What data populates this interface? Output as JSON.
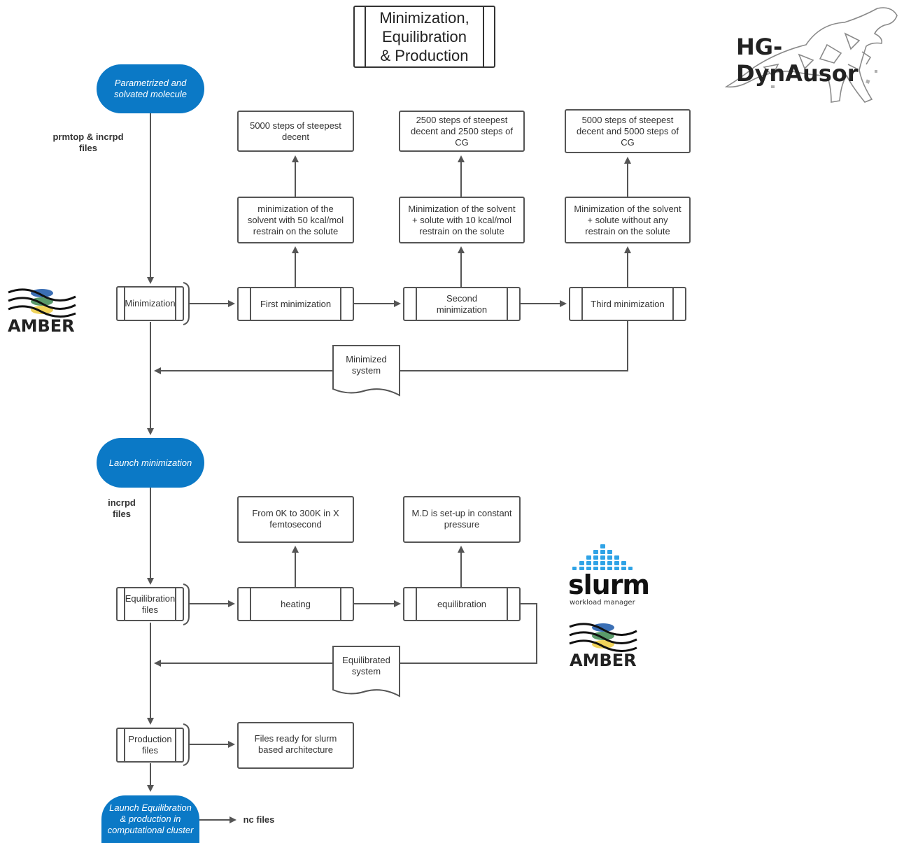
{
  "title": "Minimization,\nEquilibration\n& Production",
  "logo": {
    "brand": "HG-DynAusor"
  },
  "amber_logo": {
    "text": "AMBER"
  },
  "slurm_logo": {
    "word": "slurm",
    "subtitle": "workload manager"
  },
  "terminals": {
    "start": "Parametrized and\nsolvated molecule",
    "launch_min": "Launch minimization",
    "launch_eq": "Launch Equilibration\n& production in\ncomputational cluster"
  },
  "edge_labels": {
    "prmtop": "prmtop & incrpd\nfiles",
    "incrpd": "incrpd\nfiles",
    "nc": "nc files"
  },
  "subprocesses": {
    "minimization": "Minimization",
    "equilibration": "Equilibration\nfiles",
    "production": "Production\nfiles"
  },
  "steps": {
    "first": "First minimization",
    "second": "Second\nminimization",
    "third": "Third minimization",
    "heating": "heating",
    "equilibration": "equilibration"
  },
  "details": {
    "first_restraint": "minimization of the\nsolvent with 50 kcal/mol\nrestrain on the solute",
    "first_steps": "5000 steps of steepest\ndecent",
    "second_restraint": "Minimization of the solvent\n+ solute with 10 kcal/mol\nrestrain on the solute",
    "second_steps": "2500 steps of steepest\ndecent and 2500 steps of\nCG",
    "third_restraint": "Minimization of the solvent\n+ solute without any\nrestrain on the solute",
    "third_steps": "5000 steps of steepest\ndecent and 5000 steps of\nCG",
    "heating_detail": "From 0K to 300K in X\nfemtosecond",
    "eq_detail": "M.D is set-up in constant\npressure",
    "production_detail": "Files ready for slurm\nbased architecture"
  },
  "documents": {
    "minimized": "Minimized\nsystem",
    "equilibrated": "Equilibrated\nsystem"
  },
  "colors": {
    "terminal": "#0b79c6",
    "line": "#555555",
    "amber_blue": "#3b6fb5",
    "amber_green": "#5a9a6a",
    "amber_yellow": "#f0d35a",
    "slurm_blue": "#2fa3e6"
  }
}
